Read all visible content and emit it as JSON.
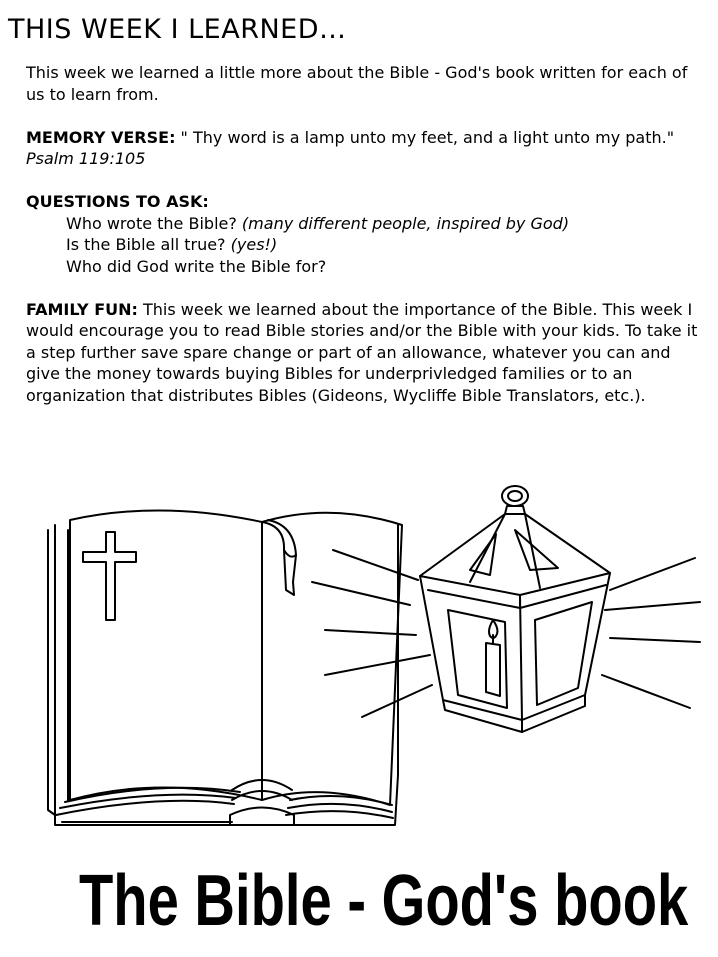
{
  "title": "THIS WEEK I LEARNED…",
  "intro": "This week we learned a little more about the Bible - God's book written for each of us to learn from.",
  "memory": {
    "label": "MEMORY VERSE:",
    "verse": " \" Thy word is a lamp unto my feet, and a light unto my path.\"",
    "reference": "Psalm 119:105"
  },
  "questions": {
    "label": "QUESTIONS TO ASK:",
    "items": [
      {
        "q": "Who wrote the Bible?",
        "a": " (many different people, inspired by God)"
      },
      {
        "q": "Is the Bible all true?",
        "a": "  (yes!)"
      },
      {
        "q": "Who did God write the Bible for?",
        "a": ""
      }
    ]
  },
  "family_fun": {
    "label": "FAMILY FUN:",
    "text": "  This week we learned about the importance of the Bible.  This week I would encourage you to read Bible stories and/or the Bible with your kids.  To take it a step further save spare change or part of an allowance, whatever you can and give the money towards buying Bibles for underprivledged families or to an organization that distributes Bibles (Gideons, Wycliffe Bible Translators, etc.)."
  },
  "icons": [
    "bible-icon",
    "cross-icon",
    "bookmark-icon",
    "lantern-icon",
    "candle-icon"
  ],
  "footer": "The Bible - God's book"
}
